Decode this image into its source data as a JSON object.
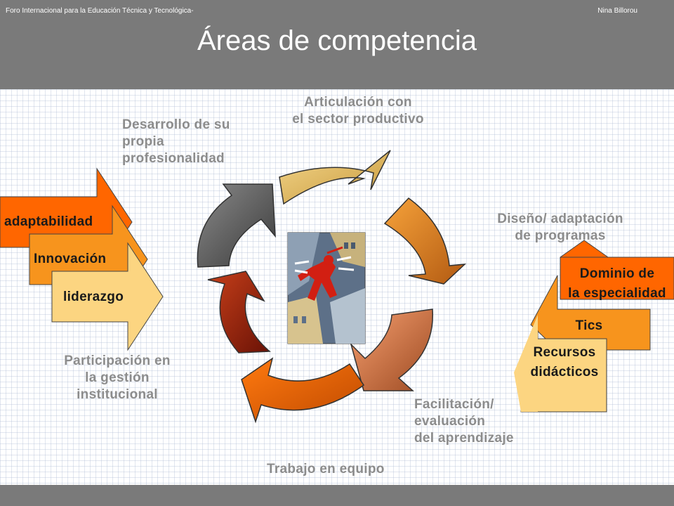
{
  "title": "Áreas de competencia",
  "cycle_labels": {
    "articulacion": "Articulación con\nel sector productivo",
    "desarrollo": "Desarrollo de su\npropia\nprofesionalidad",
    "diseno": "Diseño/ adaptación\nde programas",
    "participacion": "Participación en\nla gestión\ninstitucional",
    "facilitacion": "Facilitación/\nevaluación\ndel aprendizaje",
    "trabajo": "Trabajo en equipo"
  },
  "left_arrows": [
    "adaptabilidad",
    "Innovación",
    "liderazgo"
  ],
  "right_arrows": {
    "dominio_line1": "Dominio de",
    "dominio_line2": "la especialidad",
    "tics": "Tics",
    "recursos_line1": "Recursos",
    "recursos_line2": "didácticos"
  },
  "footer": {
    "left": "Foro Internacional  para la Educación Técnica y Tecnológica-",
    "right": "Nina Billorou"
  },
  "colors": {
    "header": "#7a7a7a",
    "label_gray": "#8c8c8c",
    "orange_dark": "#ff6600",
    "orange_mid": "#f7941d",
    "yellow_light": "#fcd581"
  }
}
